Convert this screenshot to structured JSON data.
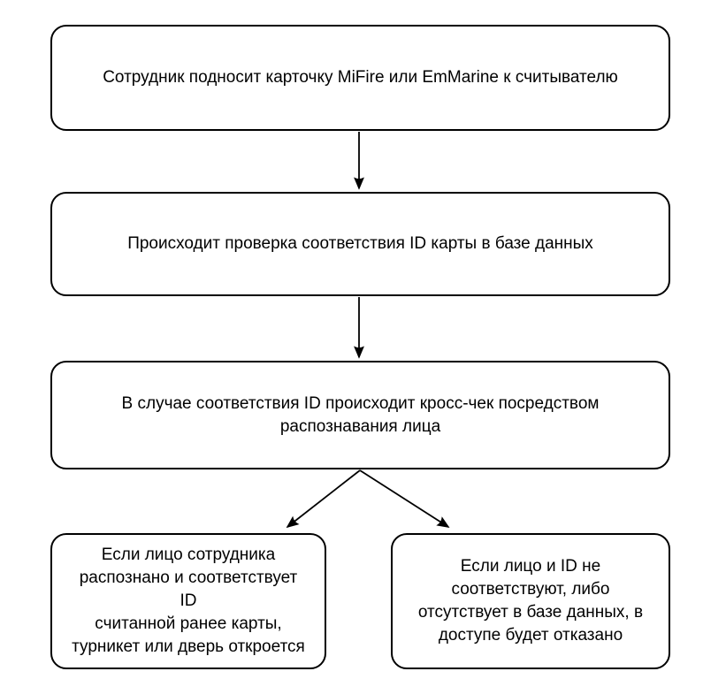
{
  "diagram": {
    "type": "flowchart",
    "language": "ru",
    "colors": {
      "node_fill": "#ffffff",
      "node_border": "#000000",
      "text": "#000000",
      "arrow": "#000000"
    },
    "nodes": [
      {
        "id": "scan-card",
        "label": "Сотрудник подносит карточку MiFire или EmMarine к считывателю"
      },
      {
        "id": "check-id",
        "label": "Происходит проверка соответствия ID карты в базе данных"
      },
      {
        "id": "cross-check",
        "label": "В случае соответствия ID происходит кросс-чек посредством\nраспознавания лица"
      },
      {
        "id": "access-granted",
        "label": "Если лицо сотрудника\nраспознано и соответствует ID\nсчитанной ранее карты,\nтурникет или дверь откроется"
      },
      {
        "id": "access-denied",
        "label": "Если лицо и ID не\nсоответствуют, либо\nотсутствует в базе данных, в\nдоступе будет отказано"
      }
    ],
    "edges": [
      {
        "from": "scan-card",
        "to": "check-id"
      },
      {
        "from": "check-id",
        "to": "cross-check"
      },
      {
        "from": "cross-check",
        "to": "access-granted"
      },
      {
        "from": "cross-check",
        "to": "access-denied"
      }
    ]
  }
}
